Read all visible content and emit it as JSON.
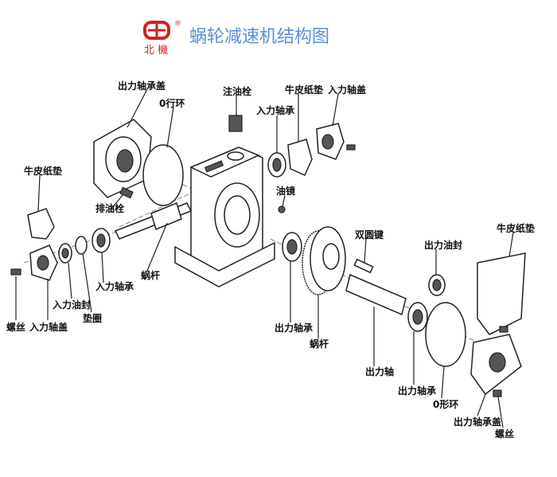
{
  "logo": {
    "text": "北 機",
    "mark": "®",
    "color": "#d42020"
  },
  "title": "蜗轮减速机结构图",
  "labels": {
    "output_bearing_cover_top": "出力轴承盖",
    "o_ring_top": "0行环",
    "oil_filler_plug": "注油栓",
    "input_bearing_top": "入力轴承",
    "kraft_gasket_top": "牛皮纸垫",
    "input_shaft_cover_top": "入力轴盖",
    "kraft_gasket_left": "牛皮纸垫",
    "oil_drain_plug": "排油栓",
    "oil_sight_glass": "油镜",
    "worm": "蜗杆",
    "input_bearing_bottom": "入力轴承",
    "input_oil_seal": "入力油封",
    "washer": "垫圈",
    "screw_left": "螺丝",
    "input_shaft_cover_bottom": "入力轴盖",
    "double_round_key": "双圆键",
    "output_oil_seal": "出力油封",
    "kraft_gasket_right": "牛皮纸垫",
    "output_bearing_left": "出力轴承",
    "worm_wheel": "蜗杆",
    "output_shaft": "出力轴",
    "output_bearing_right": "出力轴承",
    "o_ring_bottom": "0形环",
    "output_bearing_cover_bottom": "出力轴承盖",
    "screw_right": "螺丝"
  }
}
